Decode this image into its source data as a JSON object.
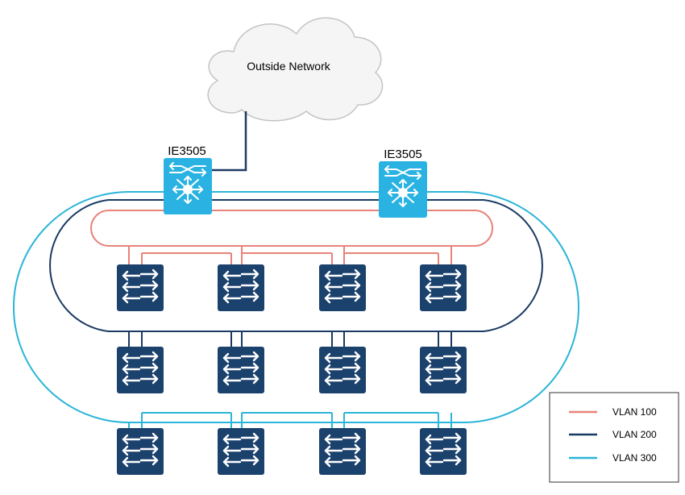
{
  "cloud": {
    "label": "Outside Network"
  },
  "core_switches": [
    {
      "label": "IE3505"
    },
    {
      "label": "IE3505"
    }
  ],
  "legend": [
    {
      "label": "VLAN 100",
      "color": "#e8837a"
    },
    {
      "label": "VLAN 200",
      "color": "#1a3a63"
    },
    {
      "label": "VLAN 300",
      "color": "#2bb5d8"
    }
  ],
  "colors": {
    "core_switch": "#2ab3e2",
    "access_switch": "#1b416d",
    "uplink": "#1a3a63"
  },
  "icons": {
    "core_switch": "layer3-switch-icon",
    "access_switch": "layer2-switch-icon",
    "cloud": "cloud-icon"
  },
  "access_rows": [
    {
      "vlan": "VLAN 100",
      "switch_count": 4
    },
    {
      "vlan": "VLAN 200",
      "switch_count": 4
    },
    {
      "vlan": "VLAN 300",
      "switch_count": 4
    }
  ]
}
